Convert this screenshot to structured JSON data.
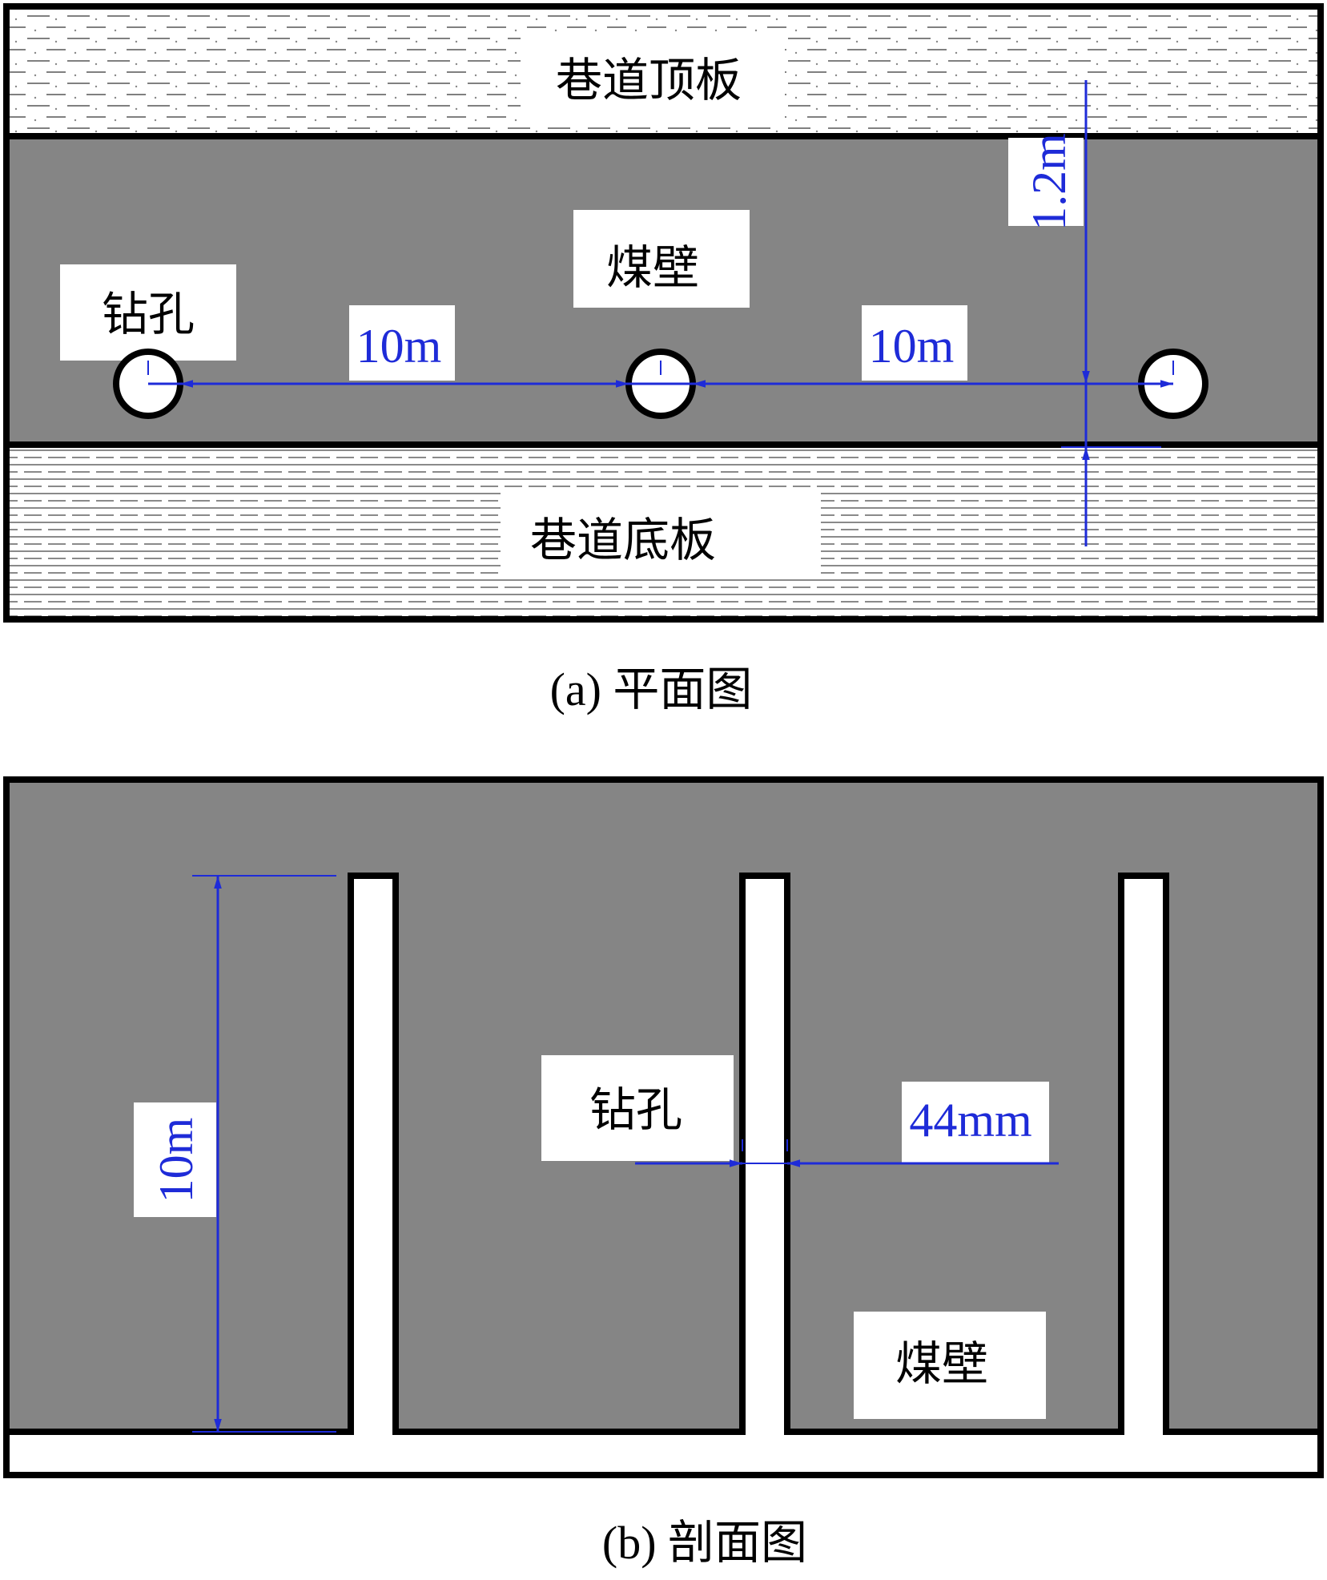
{
  "plan_view": {
    "roof_label": "巷道顶板",
    "floor_label": "巷道底板",
    "coal_wall_label": "煤壁",
    "borehole_label": "钻孔",
    "spacing_1": "10m",
    "spacing_2": "10m",
    "height_dim": "1.2m",
    "caption": "(a) 平面图"
  },
  "section_view": {
    "borehole_label": "钻孔",
    "coal_wall_label": "煤壁",
    "depth_dim": "10m",
    "diameter_dim": "44mm",
    "caption": "(b) 剖面图"
  },
  "colors": {
    "coal": "#858585",
    "dimension": "#1e2bd8",
    "outline": "#000000"
  }
}
